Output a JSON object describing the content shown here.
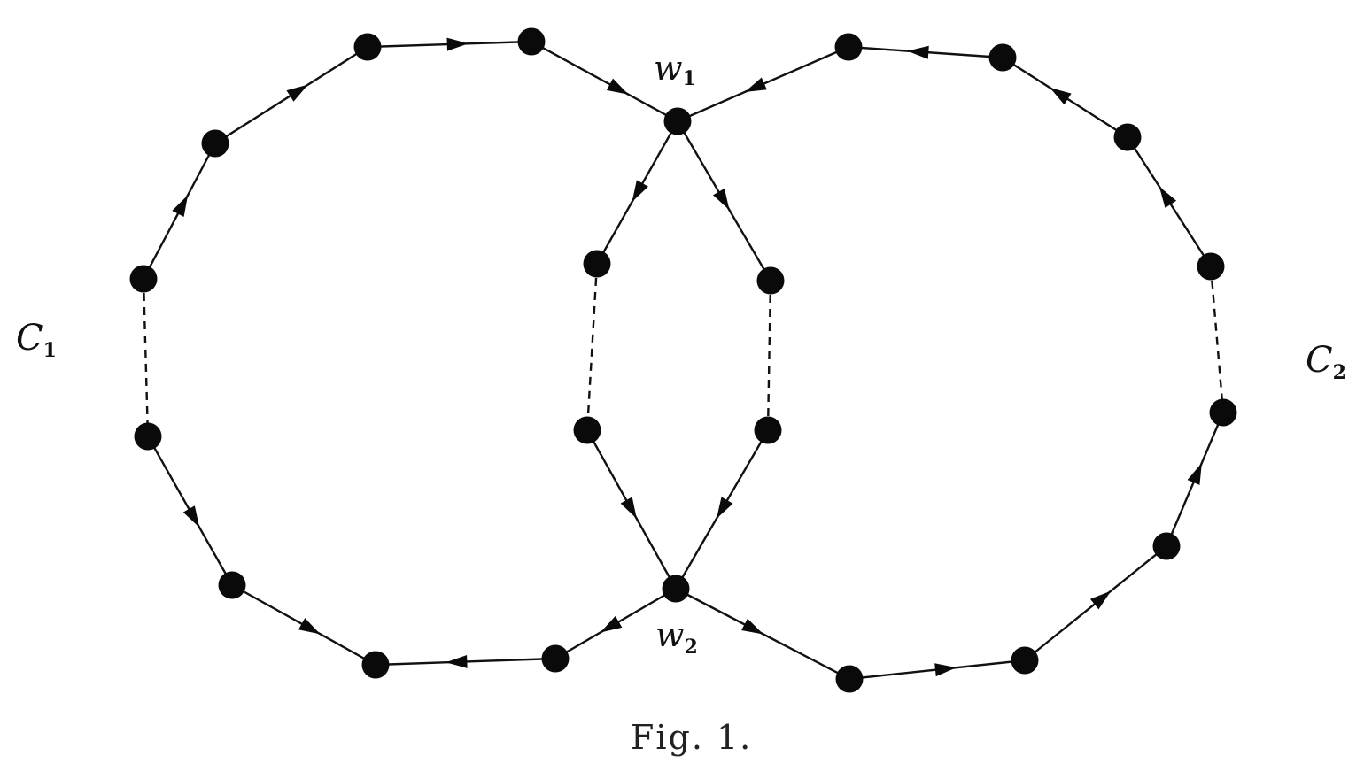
{
  "labels": {
    "w1": {
      "main": "w",
      "sub": "1"
    },
    "w2": {
      "main": "w",
      "sub": "2"
    },
    "c1": {
      "main": "C",
      "sub": "1"
    },
    "c2": {
      "main": "C",
      "sub": "2"
    }
  },
  "caption": "Fig. 1.",
  "colors": {
    "ink": "#111111",
    "paper": "#ffffff"
  }
}
